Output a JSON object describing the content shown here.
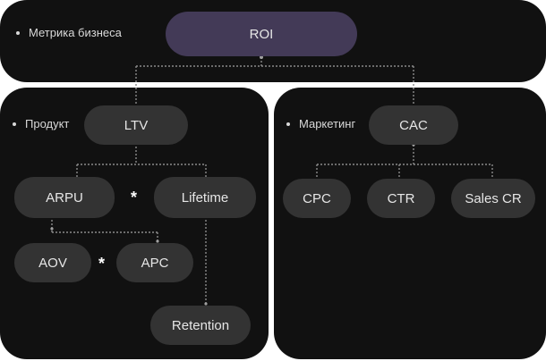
{
  "sections": {
    "business": "Метрика бизнеса",
    "product": "Продукт",
    "marketing": "Маркетинг"
  },
  "nodes": {
    "roi": "ROI",
    "ltv": "LTV",
    "arpu": "ARPU",
    "lifetime": "Lifetime",
    "aov": "AOV",
    "apc": "APC",
    "retention": "Retention",
    "cac": "CAC",
    "cpc": "CPC",
    "ctr": "CTR",
    "sales_cr": "Sales CR"
  },
  "operators": {
    "arpu_lifetime": "*",
    "aov_apc": "*"
  },
  "colors": {
    "background": "#111111",
    "node": "#333333",
    "accent_node": "#433a57",
    "connector": "#8a8a8a",
    "text": "#e6e6e6"
  }
}
